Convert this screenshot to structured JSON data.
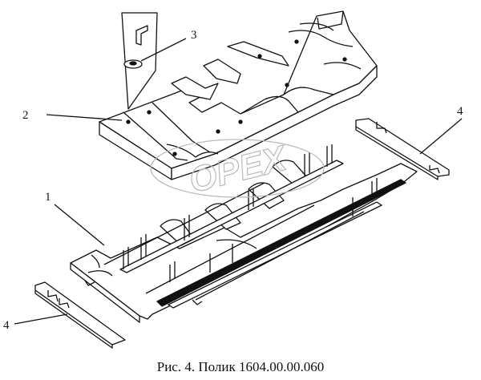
{
  "caption": "Рис. 4. Полик 1604.00.00.060",
  "callouts": {
    "label_1": "1",
    "label_2": "2",
    "label_3": "3",
    "label_4_right": "4",
    "label_4_left": "4"
  },
  "watermark": "OPEX",
  "colors": {
    "line": "#111111",
    "watermark": "#b9b9b9"
  }
}
